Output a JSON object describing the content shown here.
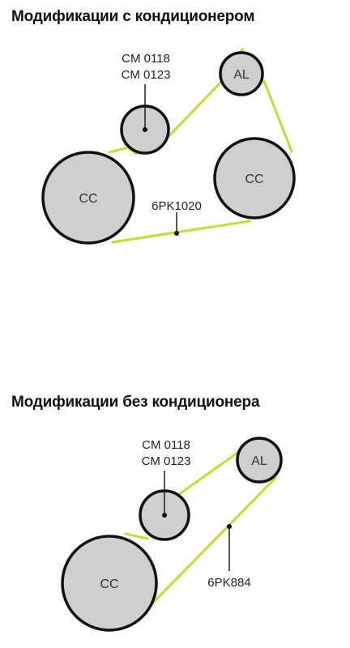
{
  "diagrams": [
    {
      "title": "Модификации с кондиционером",
      "pulleys": {
        "cc_left": "CC",
        "tensioner": "",
        "alternator": "AL",
        "cc_right": "CC"
      },
      "part_numbers": [
        "CM 0118",
        "CM 0123"
      ],
      "belt_code": "6PK1020"
    },
    {
      "title": "Модификации без кондиционера",
      "pulleys": {
        "cc": "CC",
        "tensioner": "",
        "alternator": "AL"
      },
      "part_numbers": [
        "CM 0118",
        "CM 0123"
      ],
      "belt_code": "6PK884"
    }
  ],
  "colors": {
    "belt": "#c9dc3a",
    "pulley_fill": "#cfcfcf",
    "outline": "#111111"
  }
}
